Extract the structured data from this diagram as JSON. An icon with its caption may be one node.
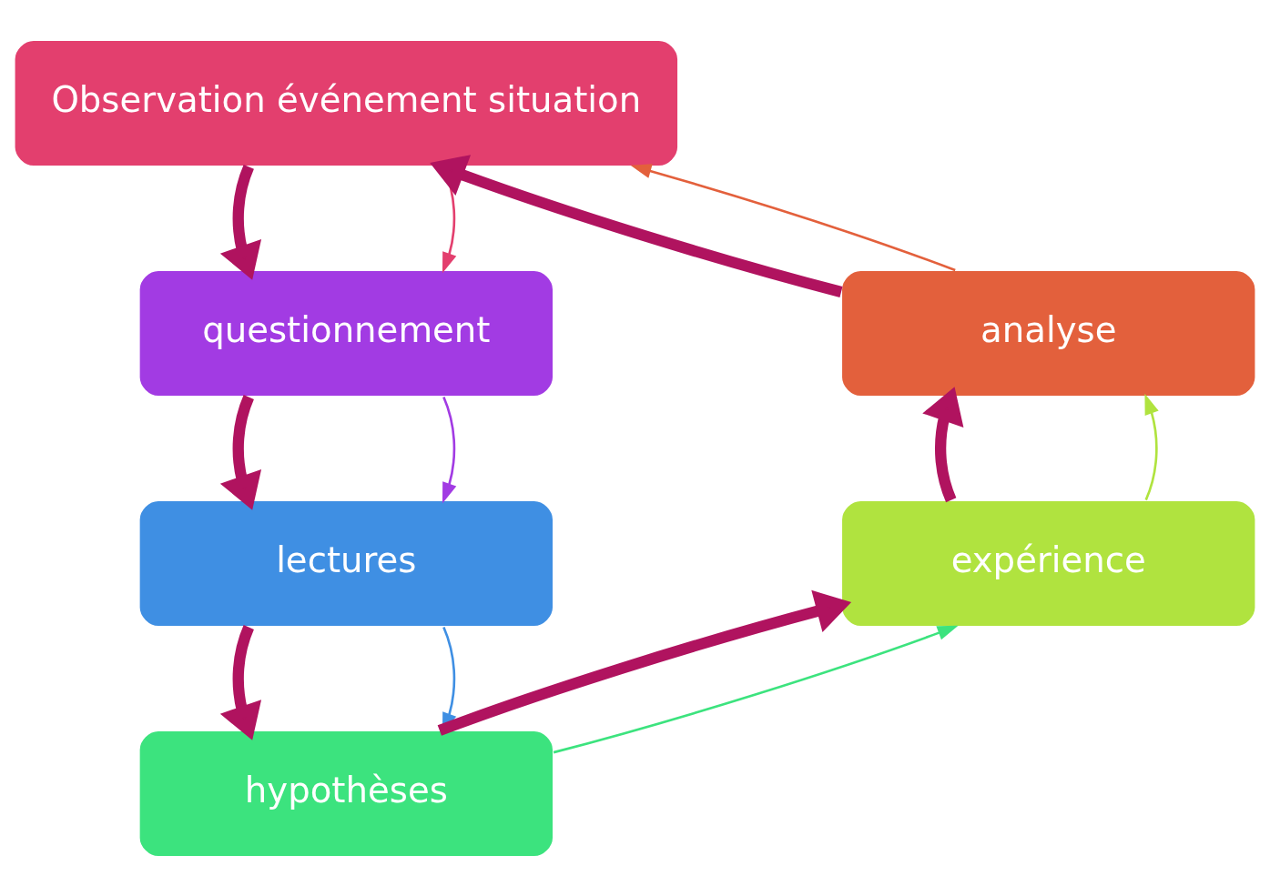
{
  "diagram": {
    "nodes": [
      {
        "text": [
          "Observation événement situation"
        ]
      },
      {
        "text": [
          "questionnement"
        ]
      },
      {
        "text": [
          "lectures"
        ]
      },
      {
        "text": [
          "hypothèses"
        ]
      },
      {
        "text": [
          "expérience"
        ]
      },
      {
        "text": [
          "analyse"
        ]
      }
    ],
    "edges": [
      {
        "from": 0,
        "to": 1,
        "arrow": "to",
        "style": "thick",
        "color": "#b0135f"
      },
      {
        "from": 0,
        "to": 1,
        "arrow": "to",
        "color": "#e33f6e"
      },
      {
        "from": 1,
        "to": 2,
        "arrow": "to",
        "style": "thick",
        "color": "#b0135f"
      },
      {
        "from": 1,
        "to": 2,
        "arrow": "to",
        "color": "#a23be3"
      },
      {
        "from": 2,
        "to": 3,
        "arrow": "to",
        "style": "thick",
        "color": "#b0135f"
      },
      {
        "from": 2,
        "to": 3,
        "arrow": "to",
        "color": "#3f8fe3"
      },
      {
        "from": 3,
        "to": 4,
        "arrow": "to",
        "style": "thick",
        "color": "#b0135f"
      },
      {
        "from": 3,
        "to": 4,
        "arrow": "to",
        "color": "#3ce37e"
      },
      {
        "from": 4,
        "to": 5,
        "arrow": "to",
        "style": "thick",
        "color": "#b0135f"
      },
      {
        "from": 4,
        "to": 5,
        "arrow": "to",
        "color": "#b0e33f"
      },
      {
        "from": 5,
        "to": 0,
        "arrow": "to",
        "style": "thick",
        "color": "#b0135f"
      },
      {
        "from": 5,
        "to": 0,
        "arrow": "to",
        "color": "#e3603c"
      }
    ]
  }
}
